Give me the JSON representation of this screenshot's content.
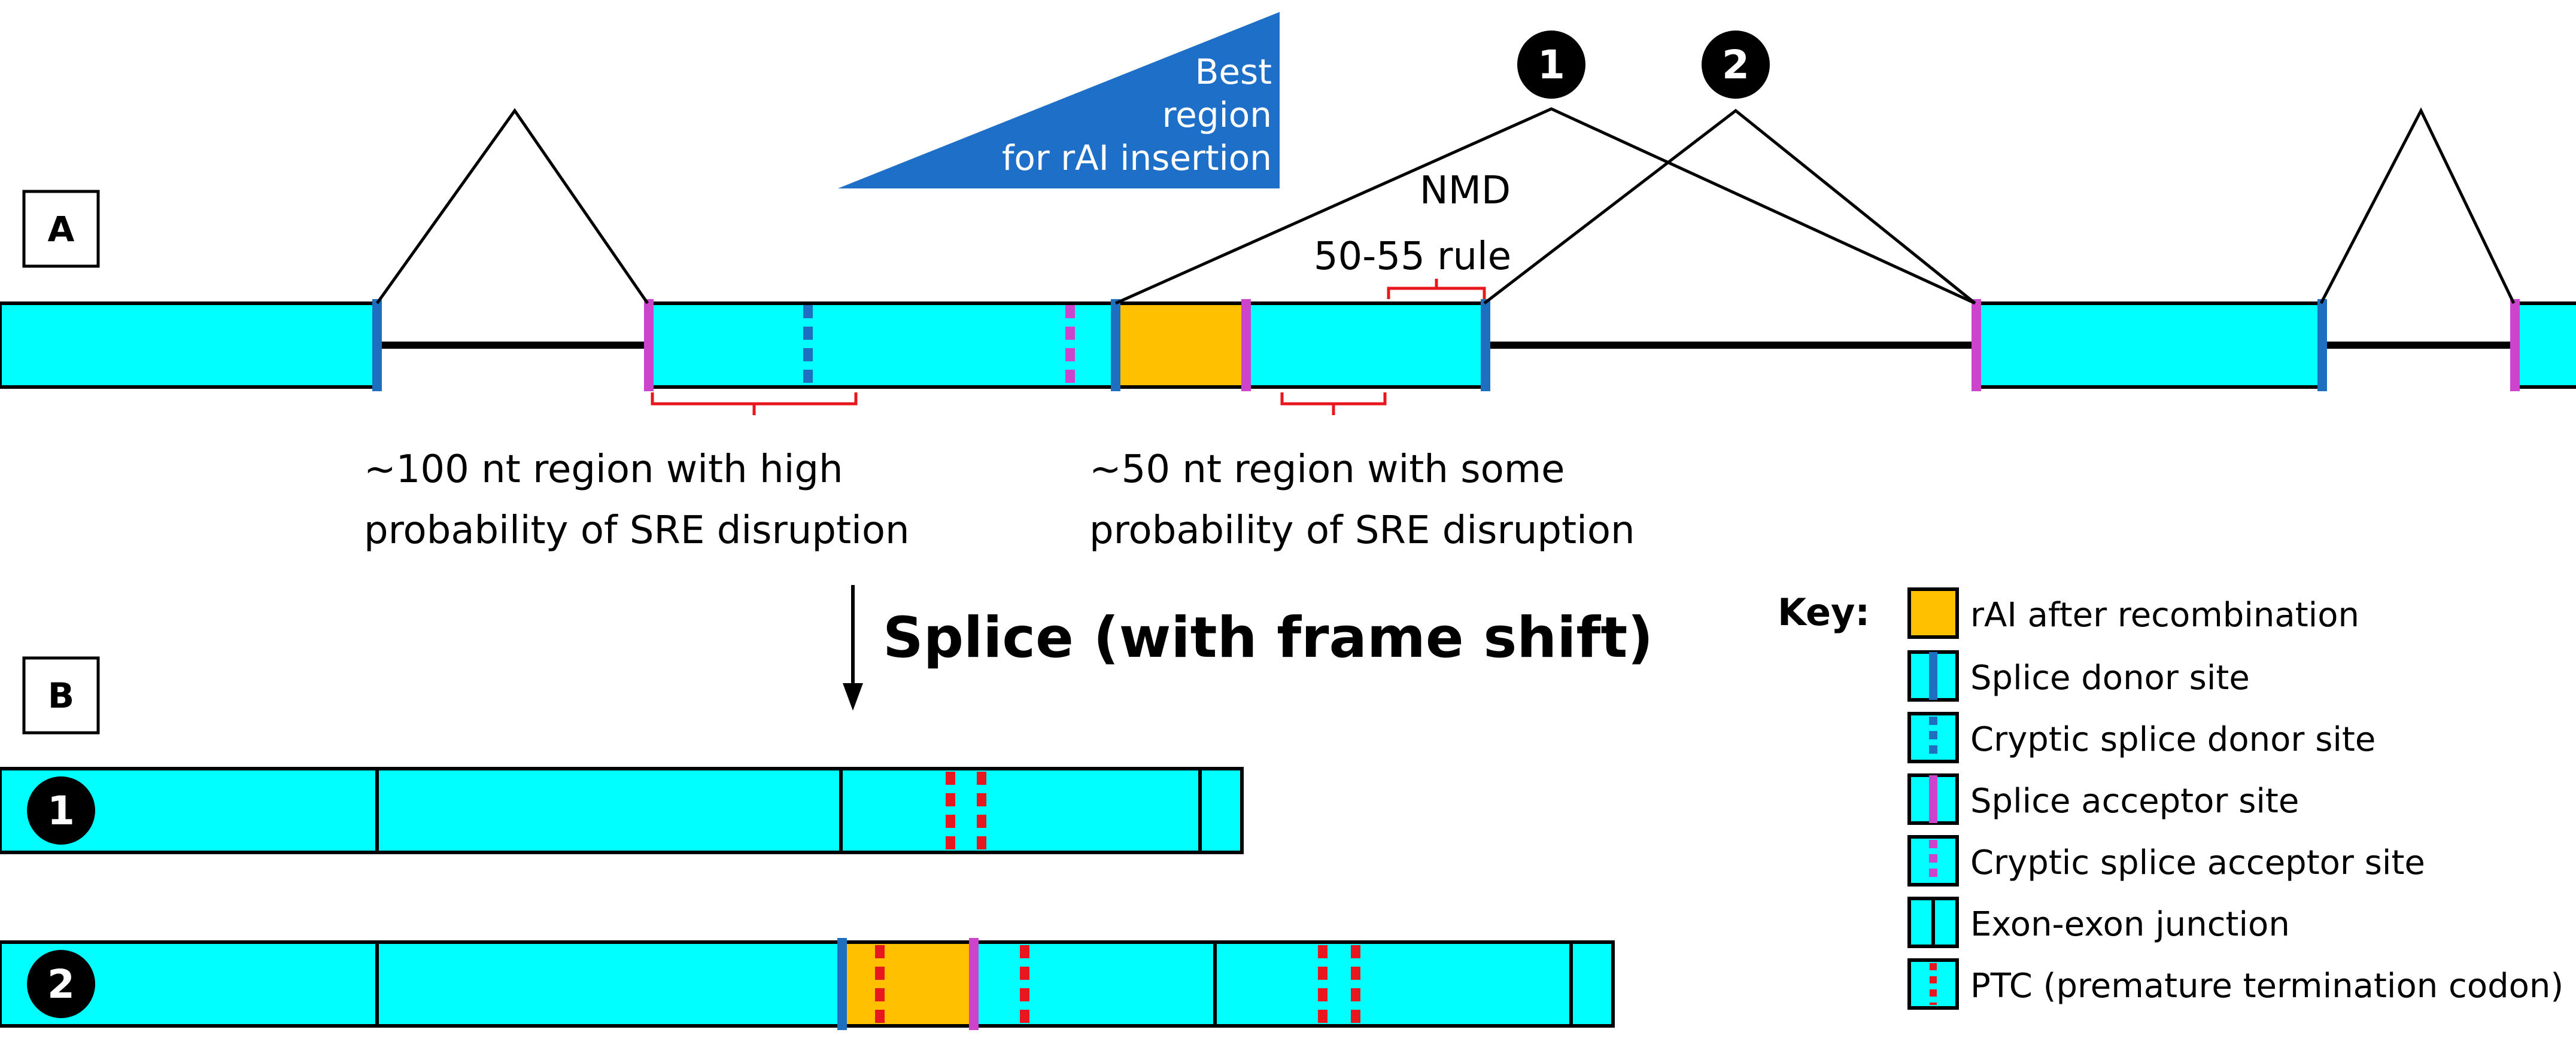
{
  "panel_a": {
    "label": "A",
    "best_region": {
      "line1": "Best",
      "line2": "region",
      "line3": "for rAI insertion"
    },
    "nmd": {
      "line1": "NMD",
      "line2": "50-55 rule"
    },
    "region_100": {
      "line1": "~100 nt region with high",
      "line2": "probability of SRE disruption"
    },
    "region_50": {
      "line1": "~50 nt region with some",
      "line2": "probability of SRE disruption"
    },
    "path_markers": [
      "1",
      "2"
    ]
  },
  "arrow_label": "Splice (with frame shift)",
  "panel_b": {
    "label": "B",
    "row_markers": [
      "1",
      "2"
    ]
  },
  "key": {
    "title": "Key:",
    "items": [
      {
        "label": "rAI after recombination"
      },
      {
        "label": "Splice donor site"
      },
      {
        "label": "Cryptic splice donor site"
      },
      {
        "label": "Splice acceptor site"
      },
      {
        "label": "Cryptic splice acceptor site"
      },
      {
        "label": "Exon-exon junction"
      },
      {
        "label": "PTC (premature termination codon)"
      }
    ]
  },
  "colors": {
    "exon": "#00FFFF",
    "rai": "#FFC000",
    "donor": "#1F6FC0",
    "acceptor": "#CC44CC",
    "ptc": "#E8161E",
    "bracket": "#E8161E",
    "triangle": "#1E6FC8",
    "outline": "#000000"
  }
}
